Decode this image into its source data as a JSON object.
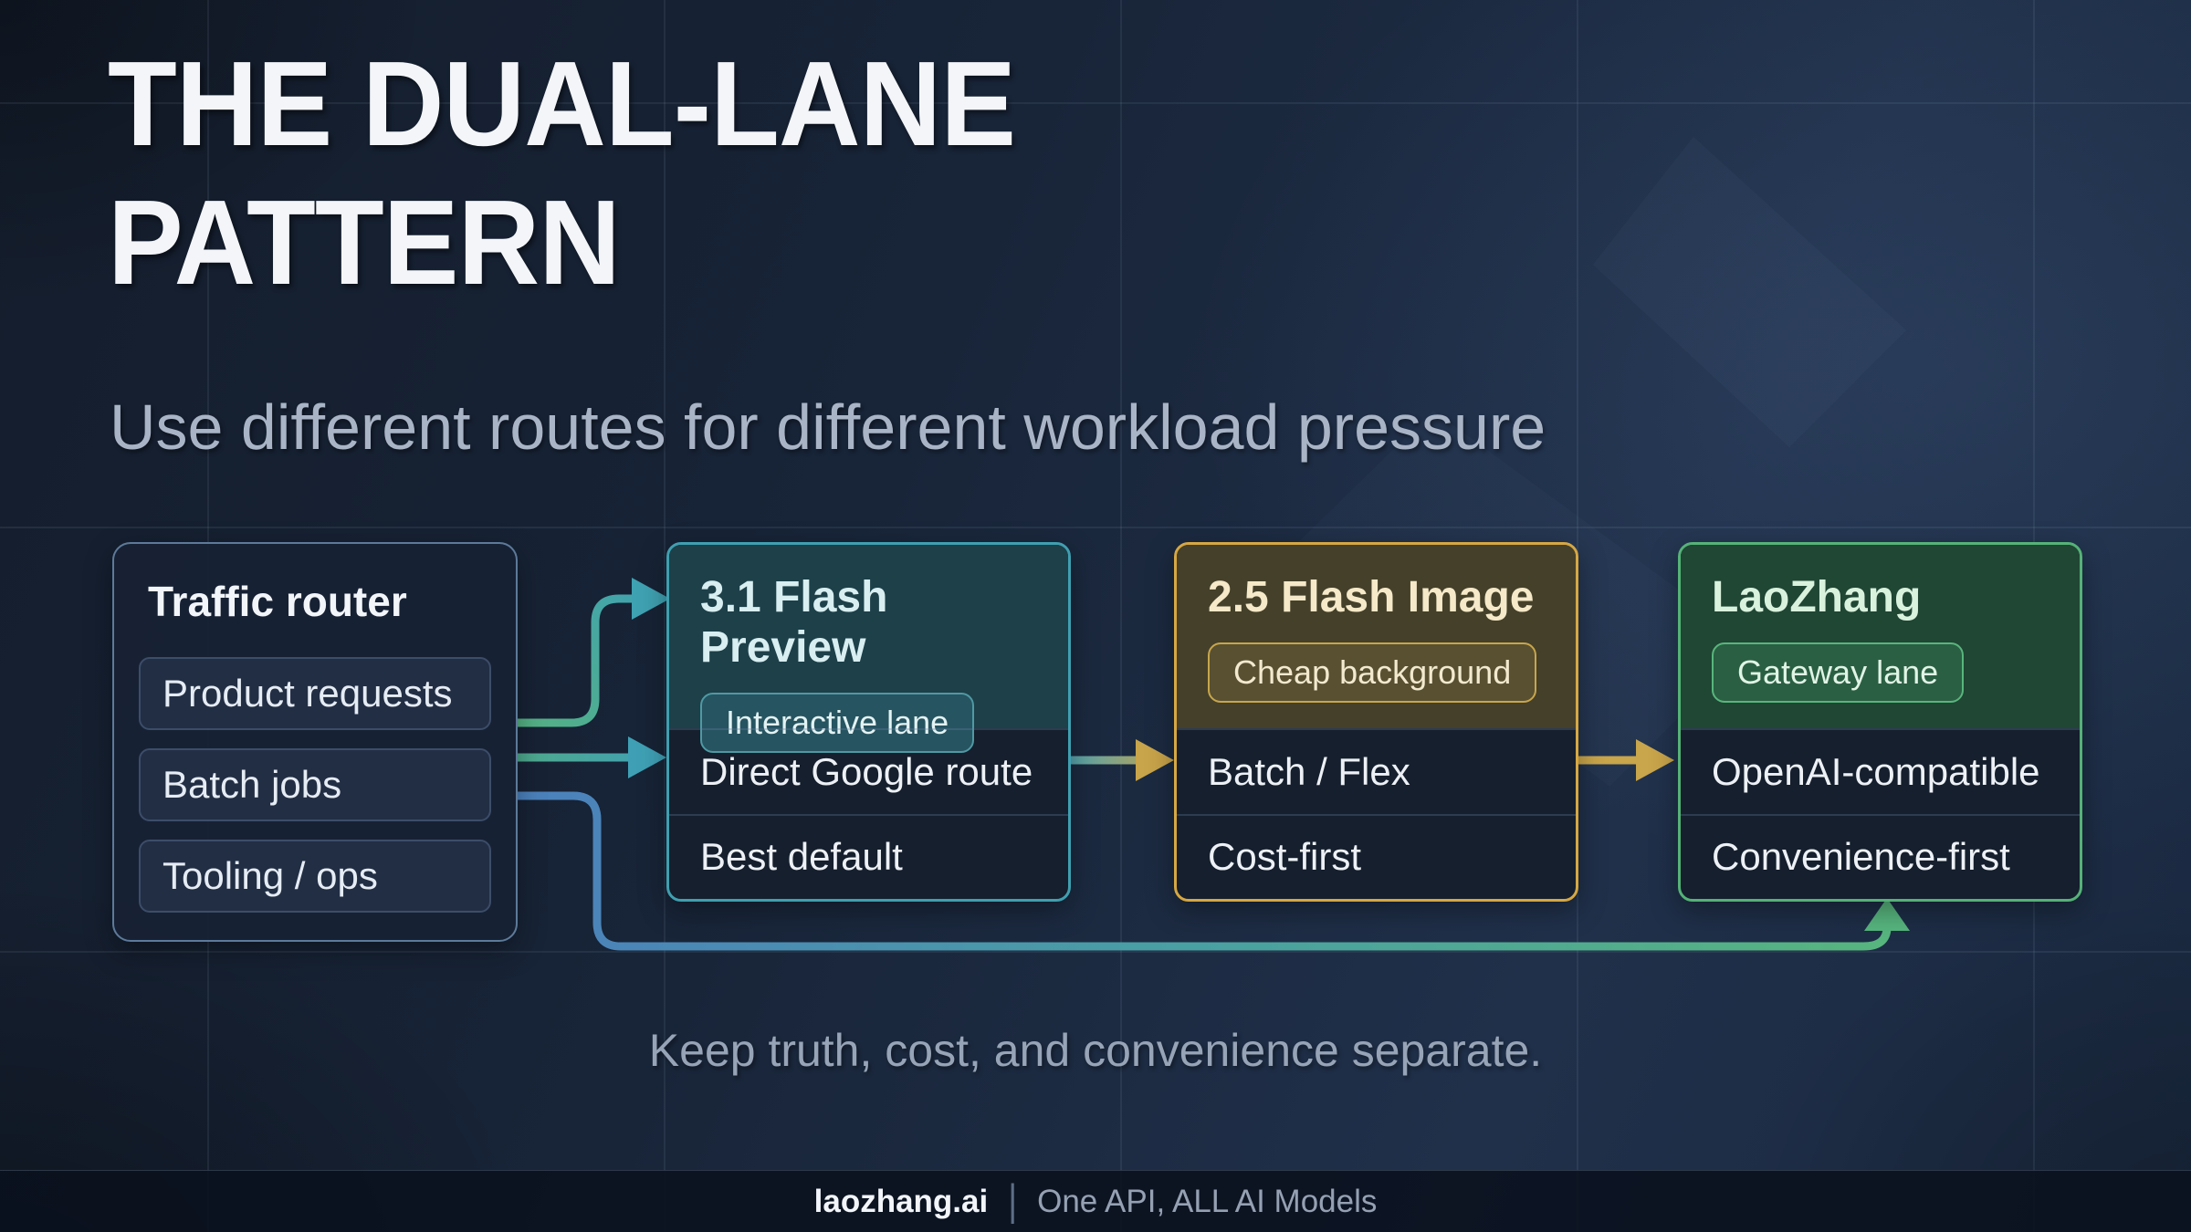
{
  "title_line1": "THE DUAL-LANE",
  "title_line2": "PATTERN",
  "subtitle": "Use different routes for different workload pressure",
  "router": {
    "title": "Traffic router",
    "items": [
      "Product requests",
      "Batch jobs",
      "Tooling / ops"
    ]
  },
  "nodes": [
    {
      "title": "3.1 Flash Preview",
      "badge": "Interactive lane",
      "rows": [
        "Direct Google route",
        "Best default"
      ],
      "accent": "#3f9fb0",
      "lane": "interactive"
    },
    {
      "title": "2.5 Flash Image",
      "badge": "Cheap background",
      "rows": [
        "Batch / Flex",
        "Cost-first"
      ],
      "accent": "#d6a742",
      "lane": "background"
    },
    {
      "title": "LaoZhang",
      "badge": "Gateway lane",
      "rows": [
        "OpenAI-compatible",
        "Convenience-first"
      ],
      "accent": "#55b277",
      "lane": "gateway"
    }
  ],
  "caption": "Keep truth, cost, and convenience separate.",
  "footer": {
    "brand": "laozhang.ai",
    "divider": "|",
    "tagline": "One API, ALL AI Models"
  },
  "colors": {
    "background": "#172336",
    "router_border": "#5d7a99",
    "teal_accent": "#3f9fb0",
    "amber_accent": "#d6a742",
    "green_accent": "#55b277",
    "blue_route": "#4b80bc",
    "text_primary": "#f3f5f8",
    "text_muted": "#a9b4c6"
  }
}
